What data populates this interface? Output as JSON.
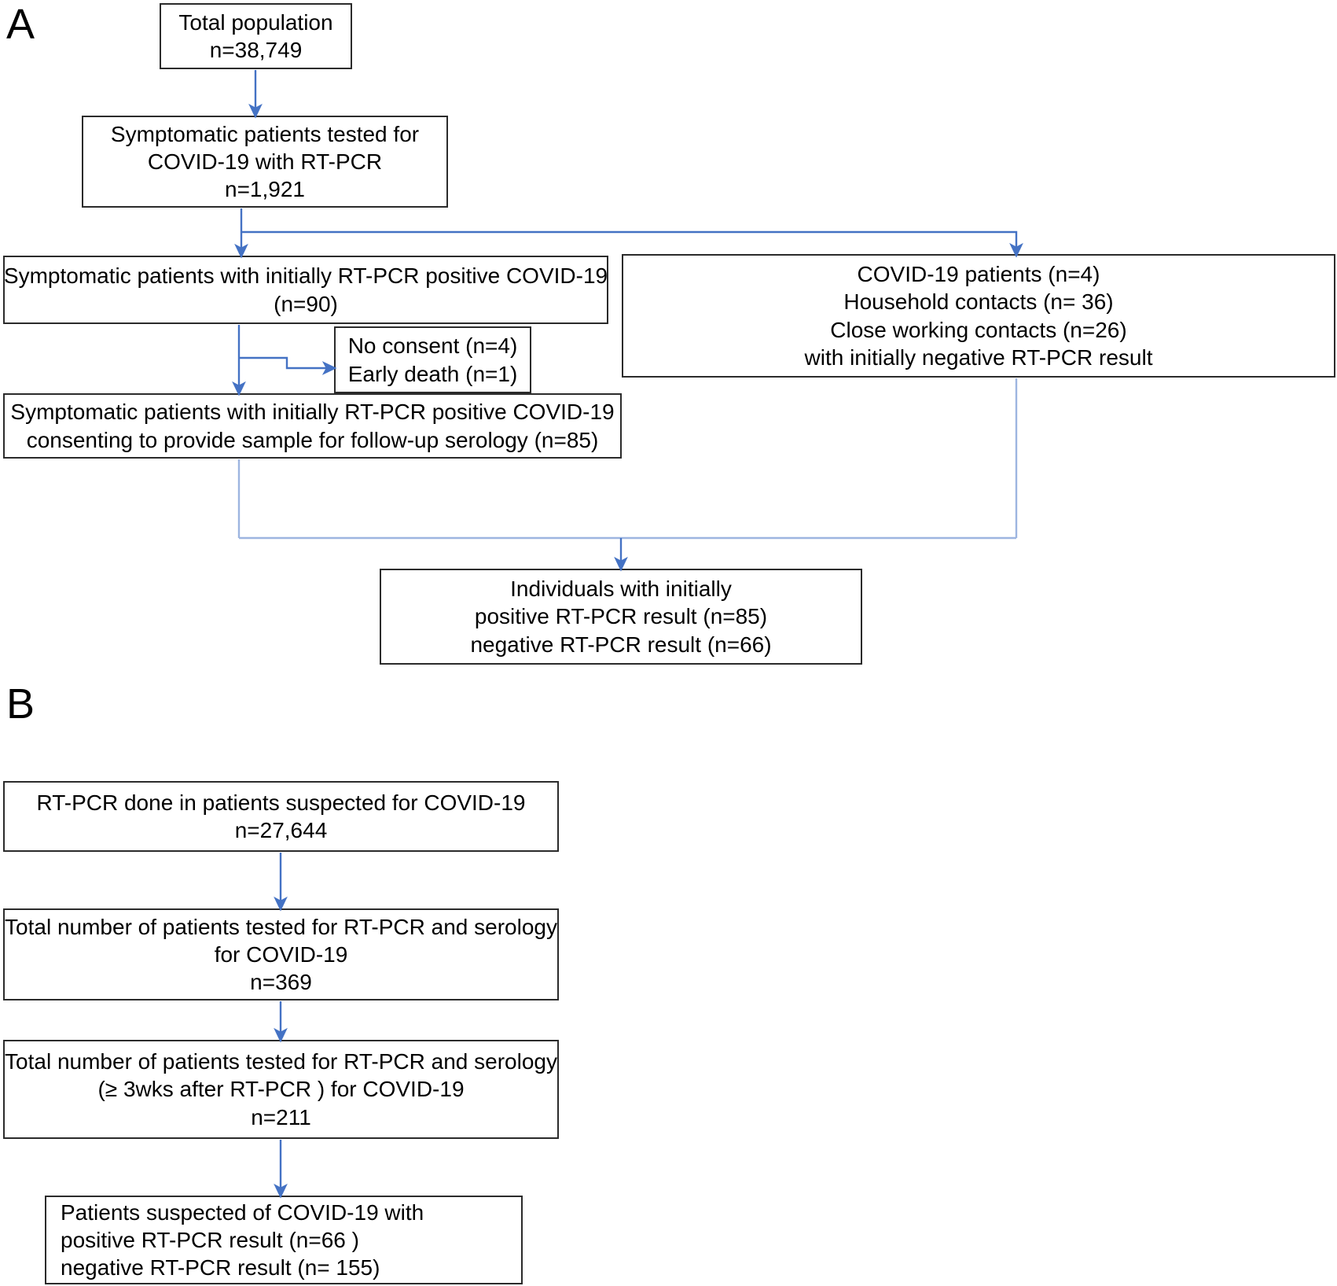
{
  "figure": {
    "panels": [
      {
        "letter": "A",
        "nodes": [
          {
            "id": "a-total-population",
            "lines": [
              "Total population",
              "n=38,749"
            ]
          },
          {
            "id": "a-symptomatic-tested",
            "lines": [
              "Symptomatic patients tested for",
              "COVID-19 with RT-PCR",
              "n=1,921"
            ]
          },
          {
            "id": "a-initially-positive",
            "lines": [
              "Symptomatic patients with initially RT-PCR positive COVID-19",
              "(n=90)"
            ]
          },
          {
            "id": "a-excluded",
            "lines": [
              "No consent (n=4)",
              "Early death (n=1)"
            ]
          },
          {
            "id": "a-contacts-negative",
            "lines": [
              "COVID-19 patients (n=4)",
              "Household contacts (n= 36)",
              "Close working contacts (n=26)",
              "with initially negative RT-PCR result"
            ]
          },
          {
            "id": "a-consenting",
            "lines": [
              "Symptomatic patients with initially RT-PCR positive COVID-19",
              "consenting to provide sample for follow-up serology (n=85)"
            ]
          },
          {
            "id": "a-individuals",
            "lines": [
              "Individuals with initially",
              "positive RT-PCR result (n=85)",
              "negative RT-PCR result (n=66)"
            ]
          }
        ]
      },
      {
        "letter": "B",
        "nodes": [
          {
            "id": "b-rtpcr-done",
            "lines": [
              "RT-PCR done in patients suspected for COVID-19",
              "n=27,644"
            ]
          },
          {
            "id": "b-total-tested",
            "lines": [
              "Total number of patients tested for RT-PCR and serology",
              "for COVID-19",
              "n=369"
            ]
          },
          {
            "id": "b-total-tested-3wks",
            "lines": [
              "Total number of patients tested for RT-PCR and serology",
              "(≥ 3wks after RT-PCR ) for COVID-19",
              "n=211"
            ]
          },
          {
            "id": "b-suspected-results",
            "lines": [
              "Patients suspected of COVID-19 with",
              "positive RT-PCR result (n=66 )",
              "negative RT-PCR result (n= 155)"
            ]
          }
        ]
      }
    ],
    "colors": {
      "arrow": "#4472C4",
      "arrow_light": "#9DB5E0",
      "box_border": "#2b2b2b",
      "text": "#000000",
      "background": "#ffffff"
    }
  }
}
